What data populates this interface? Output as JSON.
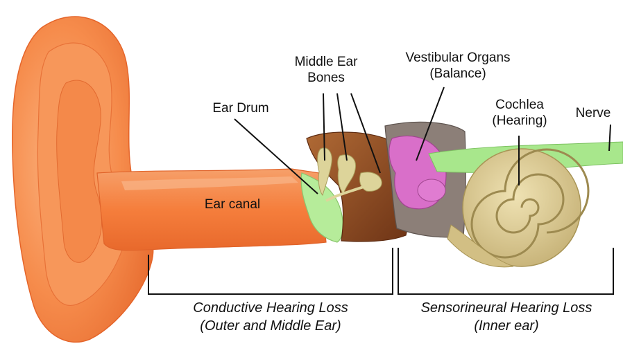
{
  "labels": {
    "middle_ear_bones": [
      "Middle Ear",
      "Bones"
    ],
    "vestibular_organs": [
      "Vestibular Organs",
      "(Balance)"
    ],
    "ear_drum": "Ear Drum",
    "cochlea": [
      "Cochlea",
      "(Hearing)"
    ],
    "nerve": "Nerve",
    "ear_canal": "Ear canal"
  },
  "captions": {
    "conductive": [
      "Conductive Hearing Loss",
      "(Outer and Middle Ear)"
    ],
    "sensorineural": [
      "Sensorineural Hearing Loss",
      "(Inner ear)"
    ]
  },
  "colors": {
    "skin": "#f7894a",
    "skin_dark": "#e8692c",
    "skin_light": "#fbb07a",
    "ear_drum": "#b6ec9a",
    "bone": "#ddd49a",
    "middle_ear": "#8a4a22",
    "vestibular": "#d96fc9",
    "cochlea": "#d8c68e",
    "nerve": "#a8e78c",
    "tissue": "#8c7f78"
  }
}
